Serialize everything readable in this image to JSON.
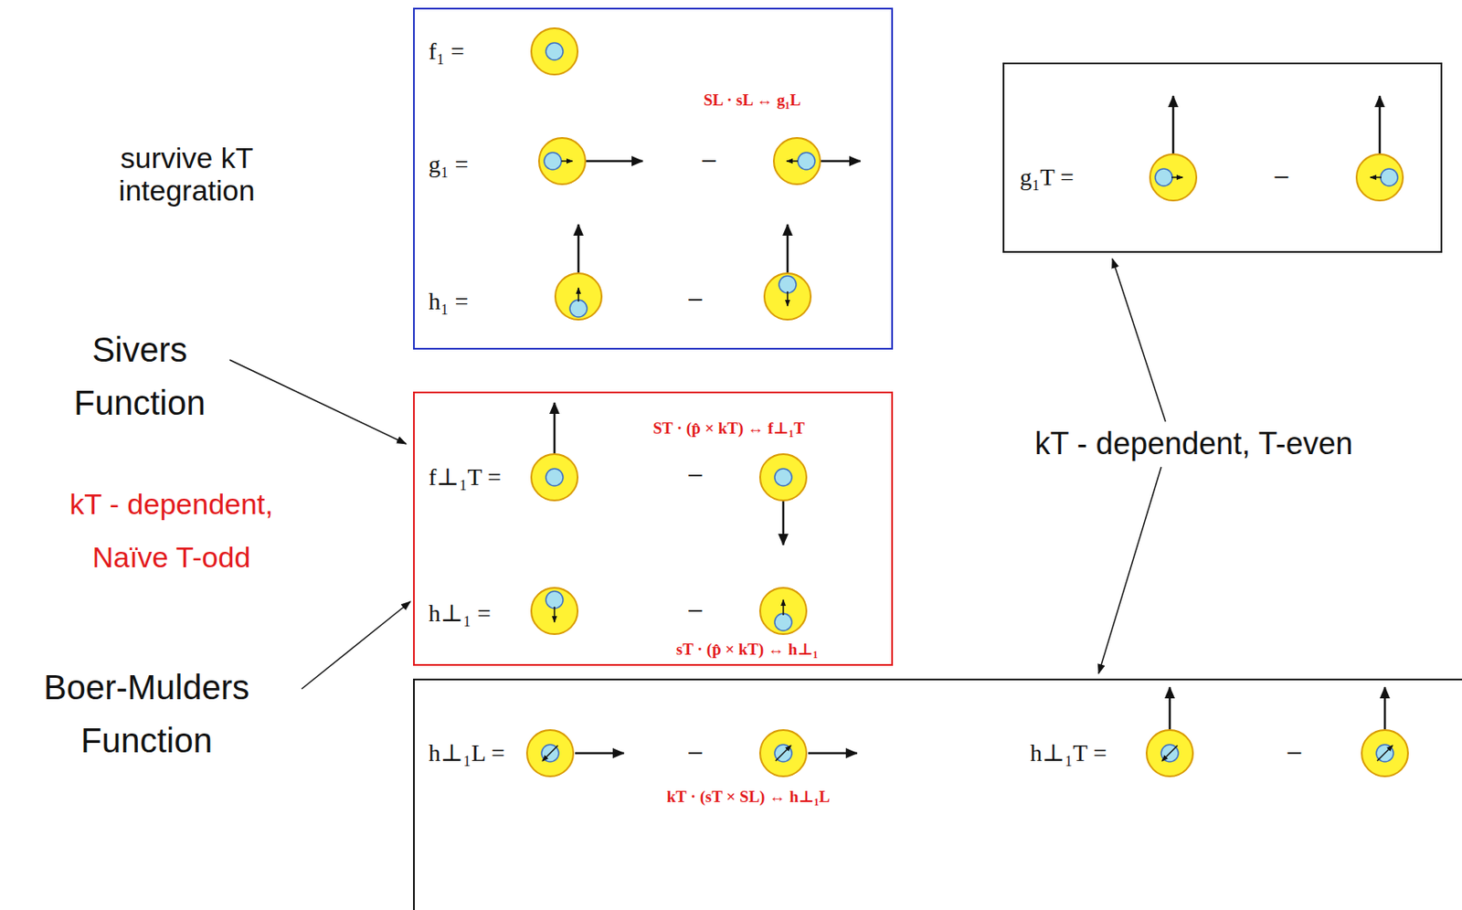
{
  "diagram": {
    "nodes": [
      {
        "text": [
          "f₁ =",
          "SL · sL ↔ g₁L",
          "g₁ =",
          "−",
          "h₁ =",
          "−"
        ]
      },
      {
        "text": [
          "f⊥₁T =",
          "ST · (p̂ × kT) ↔ f⊥₁T",
          "−",
          "h⊥₁ =",
          "−",
          "sT · (p̂ × kT) ↔ h⊥₁"
        ]
      },
      {
        "text": [
          "g₁T =",
          "−"
        ]
      },
      {
        "text": [
          "h⊥₁L =",
          "−",
          "kT · (sT × SL) ↔ h⊥₁L",
          "h⊥₁T =",
          "−"
        ]
      }
    ],
    "labels": [
      "survive kT integration",
      "Sivers Function",
      "kT - dependent,",
      "Naïve T-odd",
      "Boer-Mulders Function",
      "kT - dependent, T-even"
    ]
  }
}
